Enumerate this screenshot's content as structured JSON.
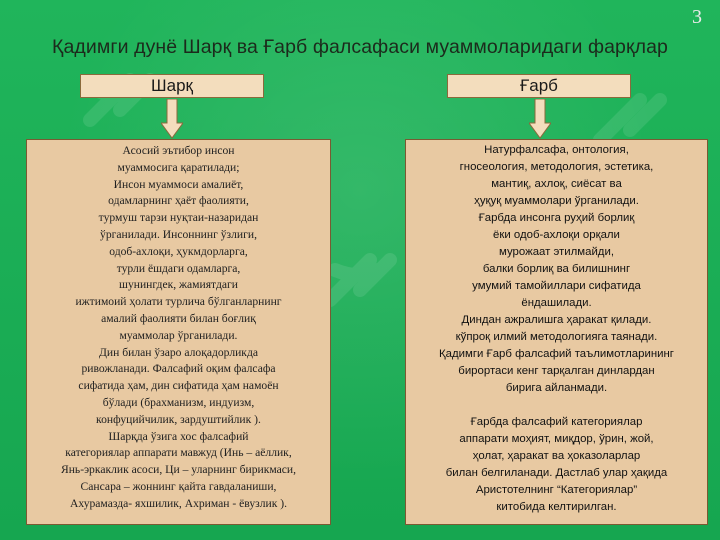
{
  "page_number": "3",
  "title": "Қадимги дунё Шарқ ва Ғарб фалсафаси муаммоларидаги фарқлар",
  "columns": {
    "left": {
      "header": "Шарқ",
      "lines": [
        "Асосий   эътибор инсон",
        "муаммосига  қаратилади;",
        "Инсон муаммоси амалиёт,",
        "одамларнинг  ҳаёт фаолияти,",
        "турмуш тарзи нуқтаи-назаридан",
        "ўрганилади. Инсоннинг ўзлиги,",
        "одоб-ахлоқи, ҳукмдорларга,",
        "турли ёшдаги одамларга,",
        "шунингдек, жамиятдаги",
        "ижтимоий ҳолати турлича бўлганларнинг",
        "амалий фаолияти билан боғлиқ",
        "муаммолар ўрганилади.",
        "Дин билан ўзаро алоқадорликда",
        "ривожланади. Фалсафий оқим фалсафа",
        "сифатида ҳам, дин сифатида ҳам намоён",
        "бўлади  (брахманизм, индуизм,",
        "конфуцийчилик,  зардуштийлик ).",
        "Шарқда ўзига хос фалсафий",
        "категориялар аппарати мавжуд  (Инь – аёллик,",
        "Янь-эркаклик асоси, Ци – уларнинг бирикмаси,",
        "Сансара – жоннинг қайта гавдаланиши,",
        "Ахурамазда- яхшилик, Ахриман - ёвузлик )."
      ]
    },
    "right": {
      "header": "Ғарб",
      "lines": [
        "Натурфалсафа, онтология,",
        "гносеология, методология, эстетика,",
        "мантиқ, ахлоқ, сиёсат ва",
        "ҳуқуқ муаммолари ўрганилади.",
        "Ғарбда инсонга руҳий борлиқ",
        "ёки одоб-ахлоқи орқали",
        "мурожаат этилмайди,",
        "балки борлиқ ва билишнинг",
        "умумий тамойиллари сифатида",
        "ёндашилади.",
        "Диндан ажралишга ҳаракат қилади.",
        "кўпроқ илмий методологияга таянади.",
        "Қадимги Ғарб фалсафий таълимотларининг",
        "бирортаси кенг тарқалган динлардан",
        "бирига айланмади.",
        "",
        "Ғарбда фалсафий категориялар",
        "аппарати моҳият, миқдор, ўрин, жой,",
        "ҳолат, ҳаракат ва ҳоказоларлар",
        "билан белгиланади. Дастлаб улар ҳақида",
        "Аристотелнинг “Категориялар”",
        "китобида келтирилган."
      ]
    }
  },
  "colors": {
    "background": "#1fb35a",
    "box_fill": "#e8c9a2",
    "header_fill": "#f3ddbd"
  }
}
